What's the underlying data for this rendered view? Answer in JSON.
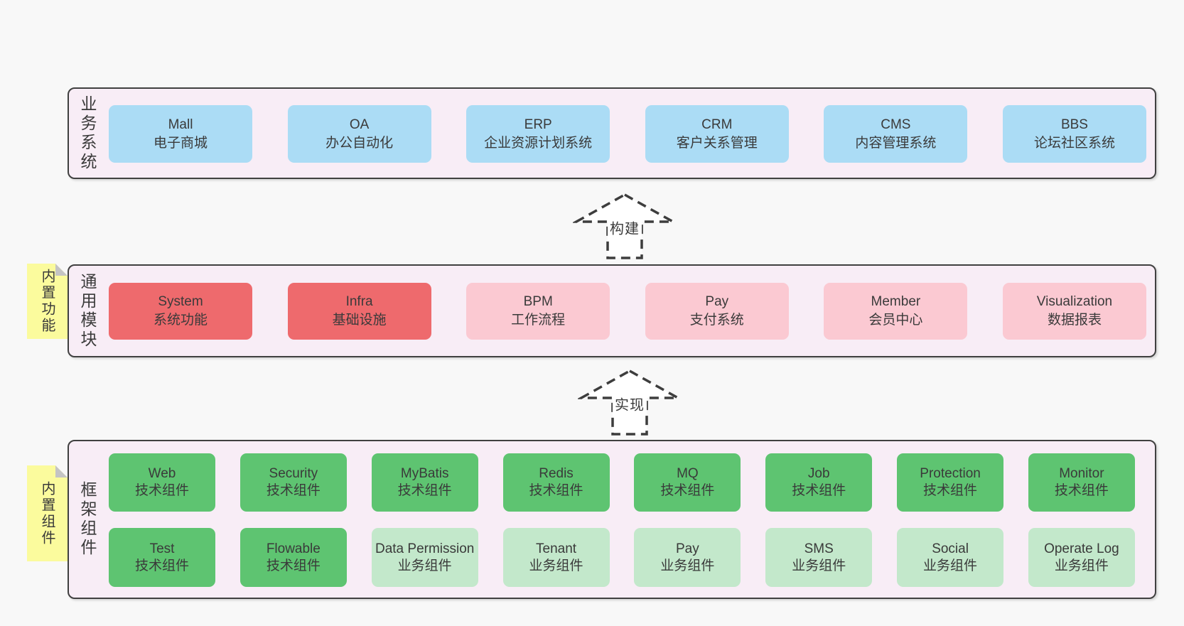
{
  "diagram": {
    "bands": [
      {
        "label": "业务系统",
        "boxes": [
          {
            "title": "Mall",
            "subtitle": "电子商城",
            "variant": "blue"
          },
          {
            "title": "OA",
            "subtitle": "办公自动化",
            "variant": "blue"
          },
          {
            "title": "ERP",
            "subtitle": "企业资源计划系统",
            "variant": "blue"
          },
          {
            "title": "CRM",
            "subtitle": "客户关系管理",
            "variant": "blue"
          },
          {
            "title": "CMS",
            "subtitle": "内容管理系统",
            "variant": "blue"
          },
          {
            "title": "BBS",
            "subtitle": "论坛社区系统",
            "variant": "blue"
          }
        ]
      },
      {
        "label": "通用模块",
        "note": "内置功能",
        "boxes": [
          {
            "title": "System",
            "subtitle": "系统功能",
            "variant": "red"
          },
          {
            "title": "Infra",
            "subtitle": "基础设施",
            "variant": "red"
          },
          {
            "title": "BPM",
            "subtitle": "工作流程",
            "variant": "pink"
          },
          {
            "title": "Pay",
            "subtitle": "支付系统",
            "variant": "pink"
          },
          {
            "title": "Member",
            "subtitle": "会员中心",
            "variant": "pink"
          },
          {
            "title": "Visualization",
            "subtitle": "数据报表",
            "variant": "pink"
          }
        ]
      },
      {
        "label": "框架组件",
        "note": "内置组件",
        "rows": [
          [
            {
              "title": "Web",
              "subtitle": "技术组件",
              "variant": "green"
            },
            {
              "title": "Security",
              "subtitle": "技术组件",
              "variant": "green"
            },
            {
              "title": "MyBatis",
              "subtitle": "技术组件",
              "variant": "green"
            },
            {
              "title": "Redis",
              "subtitle": "技术组件",
              "variant": "green"
            },
            {
              "title": "MQ",
              "subtitle": "技术组件",
              "variant": "green"
            },
            {
              "title": "Job",
              "subtitle": "技术组件",
              "variant": "green"
            },
            {
              "title": "Protection",
              "subtitle": "技术组件",
              "variant": "green"
            },
            {
              "title": "Monitor",
              "subtitle": "技术组件",
              "variant": "green"
            }
          ],
          [
            {
              "title": "Test",
              "subtitle": "技术组件",
              "variant": "green"
            },
            {
              "title": "Flowable",
              "subtitle": "技术组件",
              "variant": "green"
            },
            {
              "title": "Data Permission",
              "subtitle": "业务组件",
              "variant": "lightgreen"
            },
            {
              "title": "Tenant",
              "subtitle": "业务组件",
              "variant": "lightgreen"
            },
            {
              "title": "Pay",
              "subtitle": "业务组件",
              "variant": "lightgreen"
            },
            {
              "title": "SMS",
              "subtitle": "业务组件",
              "variant": "lightgreen"
            },
            {
              "title": "Social",
              "subtitle": "业务组件",
              "variant": "lightgreen"
            },
            {
              "title": "Operate Log",
              "subtitle": "业务组件",
              "variant": "lightgreen"
            }
          ]
        ]
      }
    ],
    "arrows": [
      {
        "label": "构建"
      },
      {
        "label": "实现"
      }
    ],
    "colors": {
      "page_bg": "#f8f8f8",
      "band_bg": "#f8edf6",
      "band_border": "#404040",
      "blue": "#abdcf5",
      "red": "#ee6a6d",
      "pink": "#fbc9d2",
      "green": "#5ec471",
      "light_green": "#c3e8cb",
      "note_yellow": "#fbfb9d",
      "note_fold": "#c4c4c4",
      "arrow_stroke": "#3d3d3d",
      "text": "#3a3a3a"
    }
  }
}
